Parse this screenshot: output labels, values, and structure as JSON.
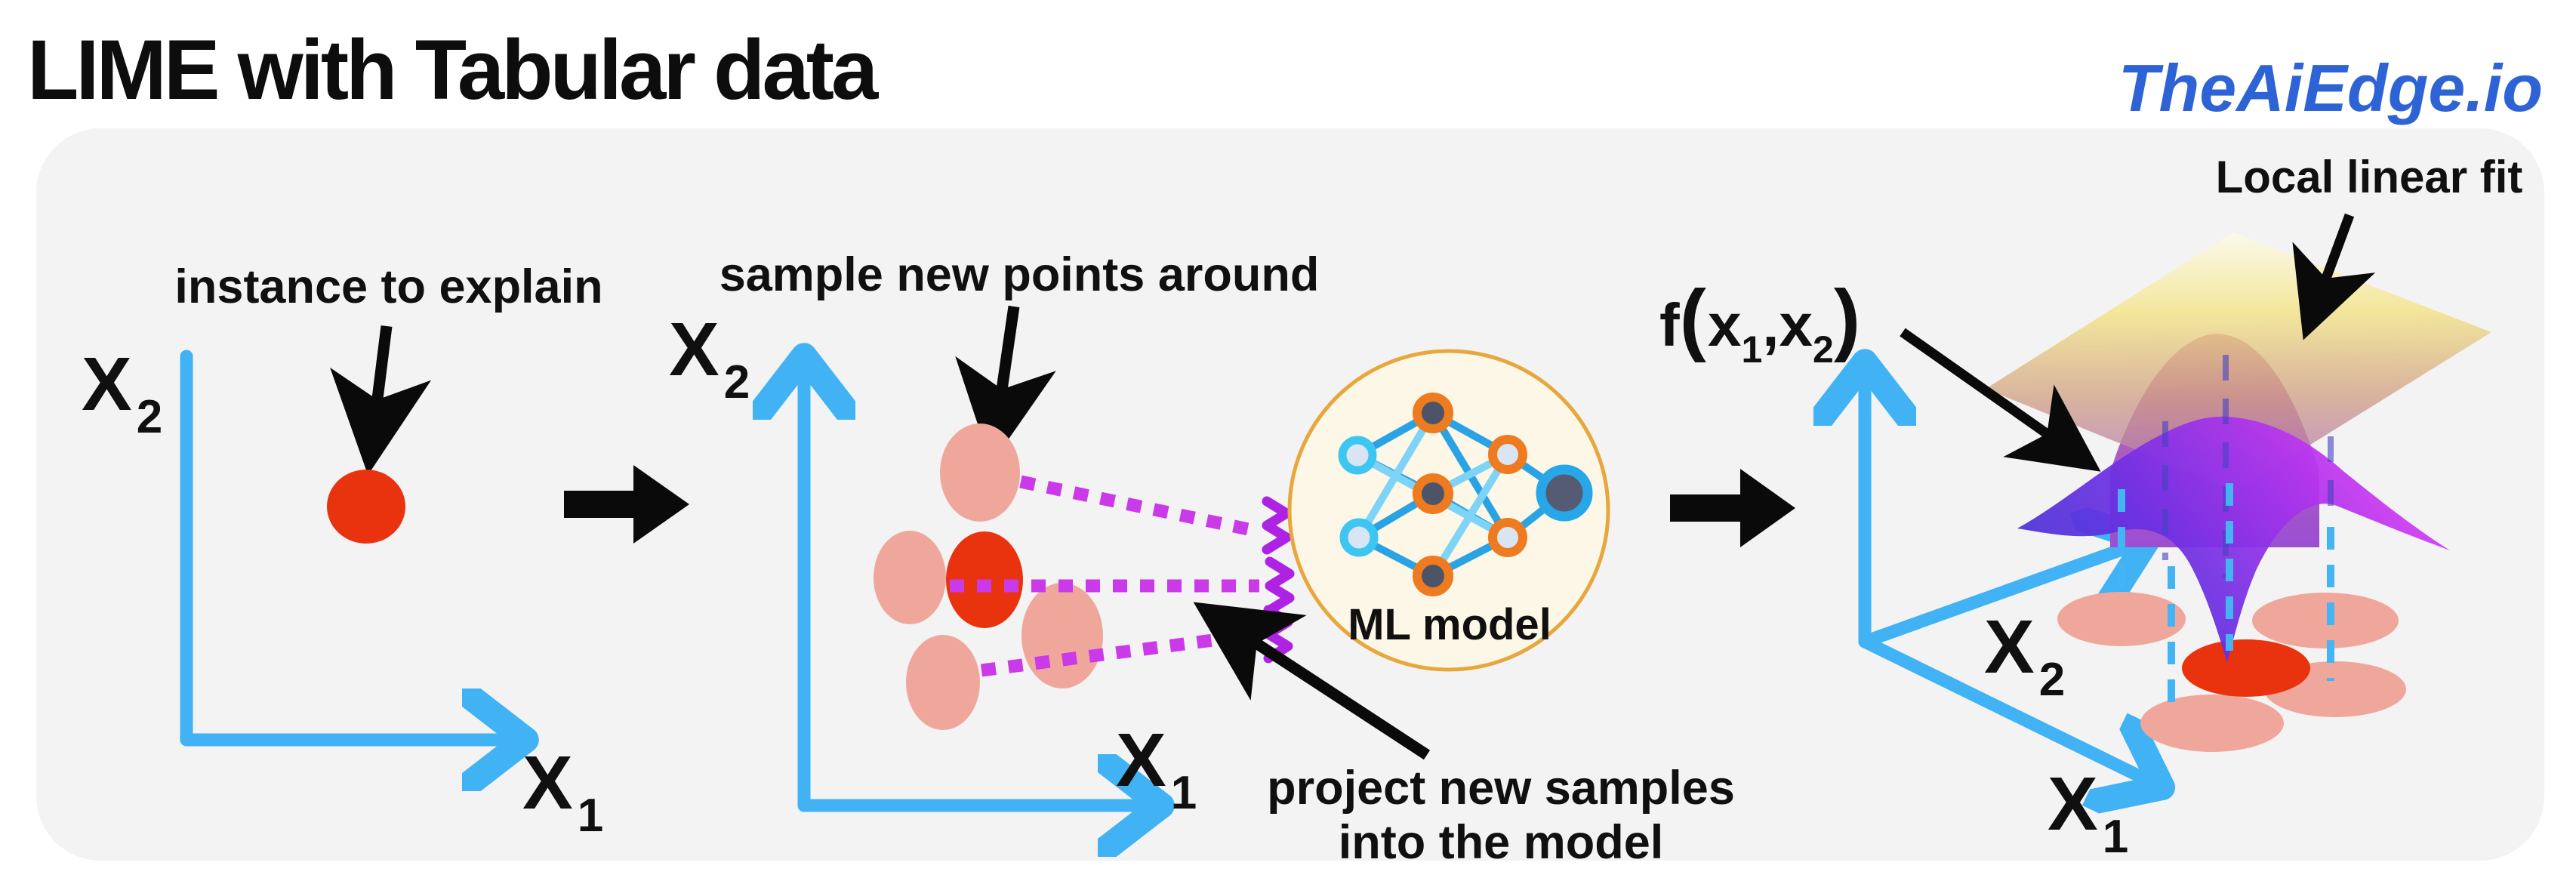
{
  "header": {
    "title": "LIME with Tabular data",
    "brand": "TheAiEdge.io"
  },
  "panel1": {
    "callout": "instance to explain",
    "x_axis": {
      "base": "X",
      "sub": "1"
    },
    "y_axis": {
      "base": "X",
      "sub": "2"
    }
  },
  "panel2": {
    "callout": "sample new points around",
    "x_axis": {
      "base": "X",
      "sub": "1"
    },
    "y_axis": {
      "base": "X",
      "sub": "2"
    },
    "ml_label": "ML model",
    "project_line1": "project new samples",
    "project_line2": "into the model"
  },
  "panel3": {
    "fx_label": {
      "f": "f",
      "open": "(",
      "x1": "x",
      "sub1": "1",
      "comma": ",",
      "x2": "x",
      "sub2": "2",
      "close": ")"
    },
    "plane_label": "Local linear fit",
    "x_axis": {
      "base": "X",
      "sub": "1"
    },
    "y_axis": {
      "base": "X",
      "sub": "2"
    }
  },
  "colors": {
    "page_bg": "#ffffff",
    "panel_bg": "#f3f3f4",
    "brand_blue": "#2e63d6",
    "axis_blue": "#41b2f4",
    "instance_red": "#e8330e",
    "sample_pink": "#f0a79b",
    "dotted_magenta": "#ca3ae8",
    "zigzag_purple": "#ae22e4",
    "ml_circle_fill": "#fcf7e6",
    "ml_circle_stroke": "#e7a73d",
    "nn_edge_blue": "#2aa3e4",
    "nn_edge_light": "#7dd4f6",
    "nn_node_orange": "#ee7b1f",
    "nn_node_cyan": "#3ec6f2",
    "nn_node_dark": "#4e5468",
    "plane_yellow": "#f3e382",
    "plane_purple": "#a96dc6",
    "surface_indigo": "#3434cf",
    "surface_magenta": "#ef41f6",
    "arrow_black": "#0a0a0a"
  }
}
